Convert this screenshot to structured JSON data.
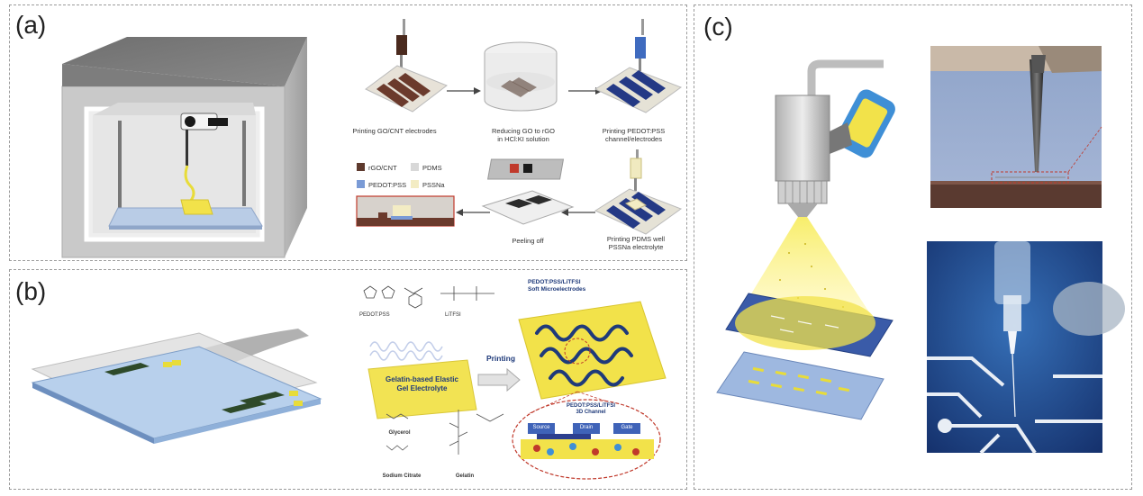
{
  "panels": {
    "a": {
      "label": "(a)",
      "steps": {
        "step1": "Printing GO/CNT electrodes",
        "step2_line1": "Reducing GO to rGO",
        "step2_line2": "in HCl:KI solution",
        "step3_line1": "Printing PEDOT:PSS",
        "step3_line2": "channel/electrodes",
        "step4_line1": "Printing PDMS well",
        "step4_line2": "PSSNa electrolyte",
        "step5": "Peeling off"
      },
      "legend": [
        "rGO/CNT",
        "PDMS",
        "PEDOT:PSS",
        "PSSNa"
      ]
    },
    "b": {
      "label": "(b)",
      "chem_labels": [
        "PEDOT:PSS",
        "LiTFSI"
      ],
      "soft_title_line1": "PEDOT:PSS/LiTFSI",
      "soft_title_line2": "Soft Microelectrodes",
      "gel_line1": "Gelatin-based Elastic",
      "gel_line2": "Gel Electrolyte",
      "printing": "Printing",
      "channel_line1": "PEDOT:PSS/LiTFSI",
      "channel_line2": "3D Channel",
      "electrodes": [
        "Source",
        "Drain",
        "Gate"
      ],
      "molecules": [
        "Glycerol",
        "Sodium Citrate",
        "Gelatin"
      ]
    },
    "c": {
      "label": "(c)"
    }
  },
  "colors": {
    "pedot_blue": "#2c3f8f",
    "electrolyte_yellow": "#f2e24a",
    "rgo_brown": "#5e3a2e",
    "substrate_blue": "#aac4e6"
  }
}
